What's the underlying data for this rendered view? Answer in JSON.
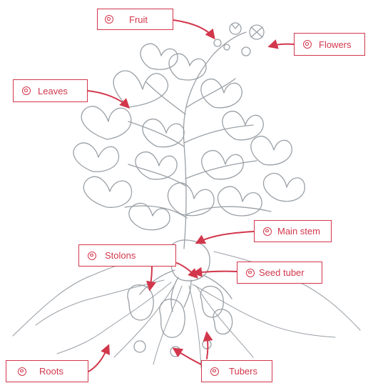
{
  "colors": {
    "accent": "#d2374c",
    "illustration": "#9aa0a6"
  },
  "labels": {
    "fruit": "Fruit",
    "flowers": "Flowers",
    "leaves": "Leaves",
    "main_stem": "Main stem",
    "stolons": "Stolons",
    "seed_tuber": "Seed tuber",
    "roots": "Roots",
    "tubers": "Tubers"
  },
  "icon": "target-bullet-icon"
}
